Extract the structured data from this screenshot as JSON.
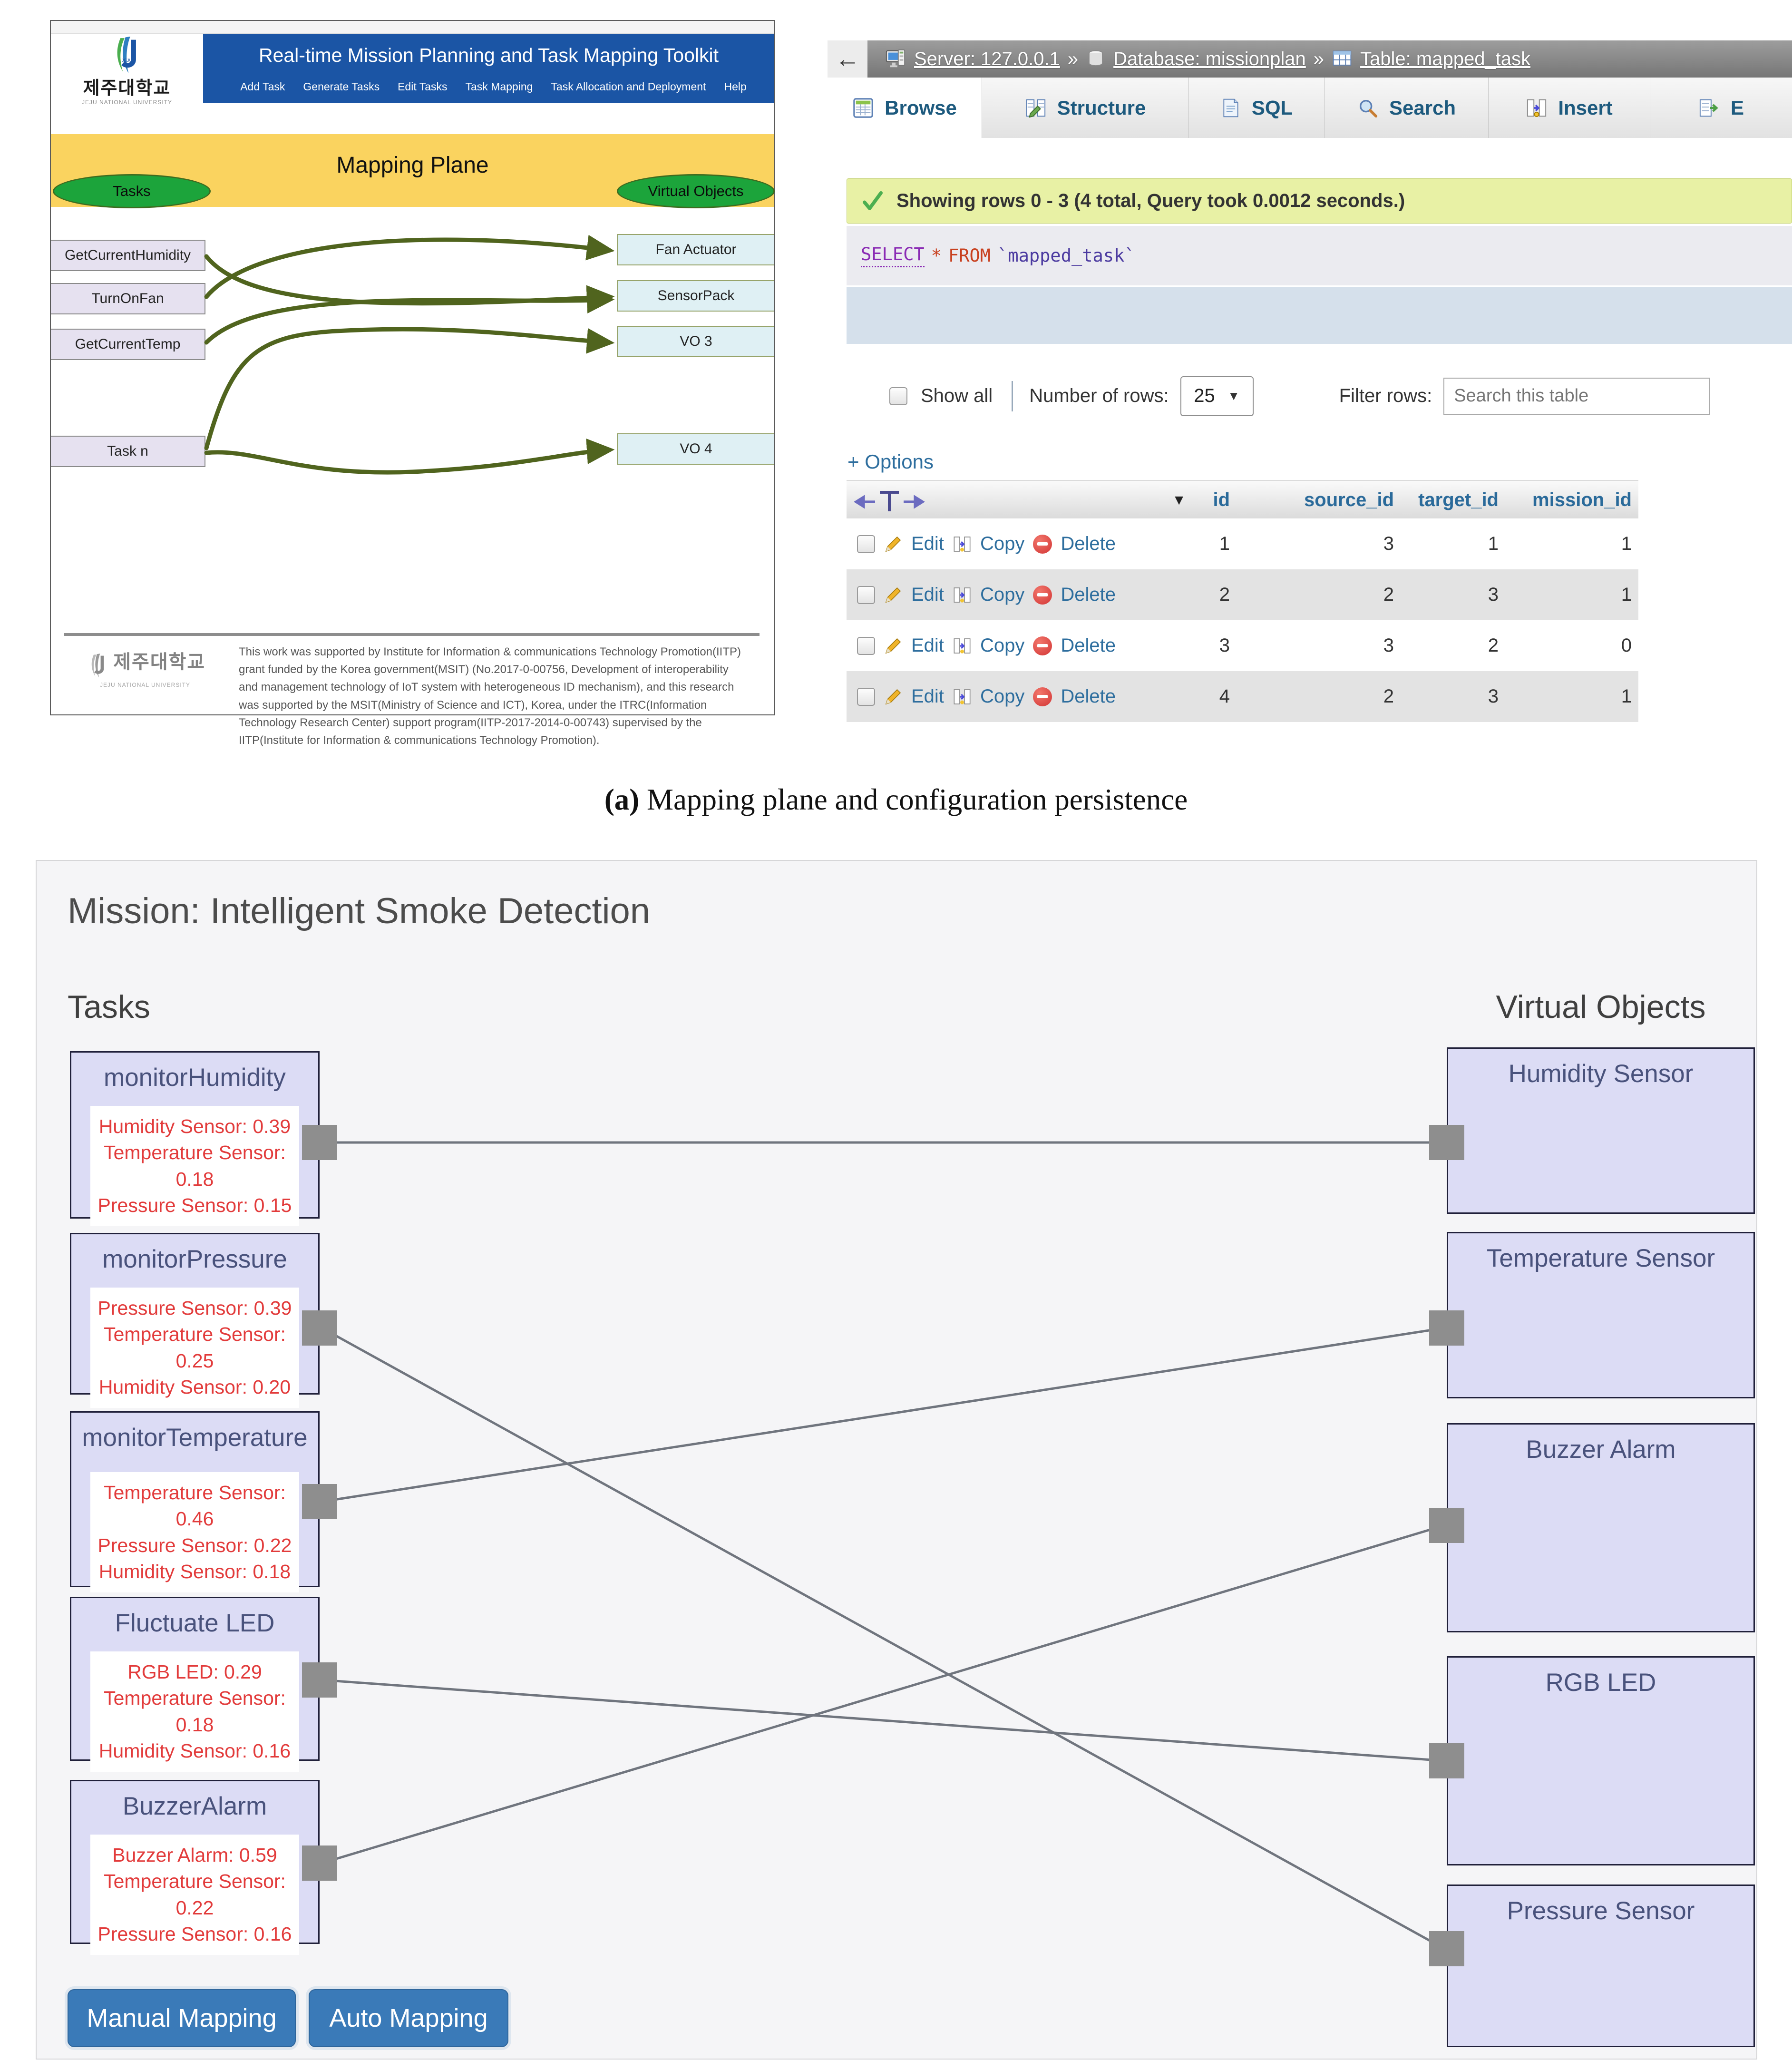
{
  "figure_a": {
    "toolkit": {
      "window_title": "Real-time Mission Planning and Task Mapping Toolkit",
      "menu": [
        "Add Task",
        "Generate Tasks",
        "Edit Tasks",
        "Task Mapping",
        "Task Allocation and Deployment",
        "Help"
      ],
      "logo": {
        "korean": "제주대학교",
        "english": "JEJU NATIONAL UNIVERSITY"
      },
      "mapping_plane_title": "Mapping Plane",
      "tasks_label": "Tasks",
      "virtual_objects_label": "Virtual Objects",
      "tasks": [
        "GetCurrentHumidity",
        "TurnOnFan",
        "GetCurrentTemp",
        "Task n"
      ],
      "virtual_objects": [
        "Fan Actuator",
        "SensorPack",
        "VO 3",
        "VO 4"
      ],
      "mappings": [
        {
          "from": "GetCurrentHumidity",
          "to": "SensorPack"
        },
        {
          "from": "TurnOnFan",
          "to": "Fan Actuator"
        },
        {
          "from": "GetCurrentTemp",
          "to": "SensorPack"
        },
        {
          "from": "Task n",
          "to": "VO 3"
        },
        {
          "from": "Task n",
          "to": "VO 4"
        }
      ],
      "footer": {
        "logo_korean": "제주대학교",
        "logo_english": "JEJU NATIONAL UNIVERSITY",
        "text": "This work was supported by Institute for Information & communications Technology Promotion(IITP) grant funded by the Korea government(MSIT) (No.2017-0-00756, Development of interoperability and management technology of IoT system with heterogeneous ID mechanism), and this research was supported by the MSIT(Ministry of Science and ICT), Korea, under the ITRC(Information Technology Research Center) support program(IITP-2017-2014-0-00743) supervised by the IITP(Institute for Information & communications Technology Promotion)."
      }
    },
    "phpmyadmin": {
      "back_arrow": "←",
      "breadcrumb": {
        "server": "Server: 127.0.0.1",
        "separator1": "»",
        "database": "Database: missionplan",
        "separator2": "»",
        "table": "Table: mapped_task"
      },
      "tabs": [
        {
          "label": "Browse",
          "selected": true
        },
        {
          "label": "Structure",
          "selected": false
        },
        {
          "label": "SQL",
          "selected": false
        },
        {
          "label": "Search",
          "selected": false
        },
        {
          "label": "Insert",
          "selected": false
        },
        {
          "label": "E",
          "selected": false
        }
      ],
      "status_message": "Showing rows 0 - 3 (4 total, Query took 0.0012 seconds.)",
      "sql": {
        "select": "SELECT",
        "star": "*",
        "from": "FROM",
        "table": "`mapped_task`"
      },
      "controls": {
        "show_all": "Show all",
        "number_of_rows": "Number of rows:",
        "rows_value": "25",
        "filter_rows": "Filter rows:",
        "search_placeholder": "Search this table"
      },
      "options_label": "+ Options",
      "table": {
        "columns": [
          "id",
          "source_id",
          "target_id",
          "mission_id"
        ],
        "row_actions": {
          "edit": "Edit",
          "copy": "Copy",
          "delete": "Delete"
        },
        "rows": [
          {
            "id": "1",
            "source_id": "3",
            "target_id": "1",
            "mission_id": "1"
          },
          {
            "id": "2",
            "source_id": "2",
            "target_id": "3",
            "mission_id": "1"
          },
          {
            "id": "3",
            "source_id": "3",
            "target_id": "2",
            "mission_id": "0"
          },
          {
            "id": "4",
            "source_id": "2",
            "target_id": "3",
            "mission_id": "1"
          }
        ]
      }
    },
    "caption": {
      "label": "(a)",
      "text": " Mapping plane and configuration persistence"
    }
  },
  "figure_b": {
    "title": "Mission: Intelligent Smoke Detection",
    "tasks_heading": "Tasks",
    "virtual_objects_heading": "Virtual Objects",
    "tasks": [
      {
        "title": "monitorHumidity",
        "scores": [
          "Humidity Sensor: 0.39",
          "Temperature Sensor: 0.18",
          "Pressure Sensor: 0.15"
        ]
      },
      {
        "title": "monitorPressure",
        "scores": [
          "Pressure Sensor: 0.39",
          "Temperature Sensor: 0.25",
          "Humidity Sensor: 0.20"
        ]
      },
      {
        "title": "monitorTemperature",
        "scores": [
          "Temperature Sensor: 0.46",
          "Pressure Sensor: 0.22",
          "Humidity Sensor: 0.18"
        ]
      },
      {
        "title": "Fluctuate LED",
        "scores": [
          "RGB LED: 0.29",
          "Temperature Sensor: 0.18",
          "Humidity Sensor: 0.16"
        ]
      },
      {
        "title": "BuzzerAlarm",
        "scores": [
          "Buzzer Alarm: 0.59",
          "Temperature Sensor: 0.22",
          "Pressure Sensor: 0.16"
        ]
      }
    ],
    "virtual_objects": [
      "Humidity Sensor",
      "Temperature Sensor",
      "Buzzer Alarm",
      "RGB LED",
      "Pressure Sensor"
    ],
    "mappings": [
      {
        "task": "monitorHumidity",
        "vo": "Humidity Sensor"
      },
      {
        "task": "monitorPressure",
        "vo": "Pressure Sensor"
      },
      {
        "task": "monitorTemperature",
        "vo": "Temperature Sensor"
      },
      {
        "task": "Fluctuate LED",
        "vo": "RGB LED"
      },
      {
        "task": "BuzzerAlarm",
        "vo": "Buzzer Alarm"
      }
    ],
    "buttons": {
      "manual": "Manual Mapping",
      "auto": "Auto Mapping"
    }
  },
  "colors": {
    "toolkit_header_blue": "#1B55A5",
    "mapping_plane_yellow": "#FAD35F",
    "ellipse_green": "#1CA43B",
    "arrow_green": "#50641E",
    "pma_link_blue": "#2E6E9E",
    "pma_success_bg": "#E8F1A5",
    "card_lavender": "#DCDCF5",
    "score_red": "#E23B3B",
    "button_blue": "#3A7AB8",
    "connector_grey": "#8E8E8E"
  }
}
